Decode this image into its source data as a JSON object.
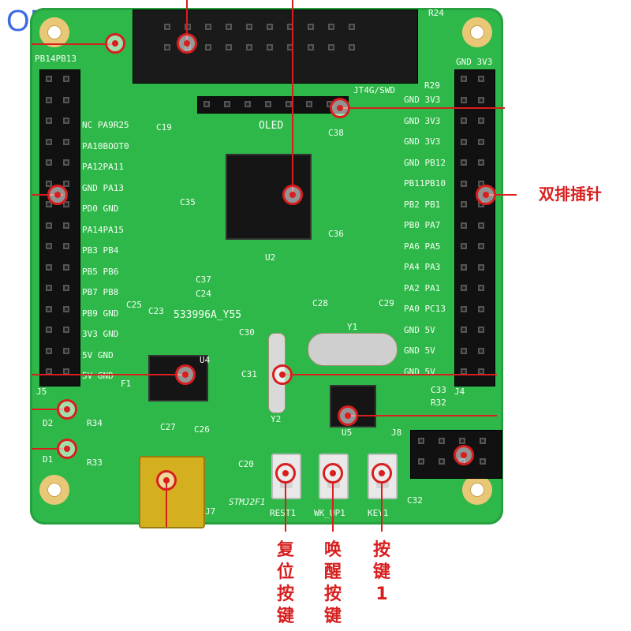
{
  "watermark": "OMIRO Store",
  "silk": {
    "pb14pb13": "PB14PB13",
    "gnd3v3": "GND 3V3",
    "oled": "OLED",
    "u2": "U2",
    "u4": "U4",
    "u5": "U5",
    "y1": "Y1",
    "y2": "Y2",
    "j5": "J5",
    "j4": "J4",
    "j7": "J7",
    "j8": "J8",
    "code": "533996A_Y55",
    "stmj": "STMJ2F1",
    "c35": "C35",
    "c36": "C36",
    "c37": "C37",
    "c24": "C24",
    "c25": "C25",
    "c23": "C23",
    "c30": "C30",
    "c31": "C31",
    "c28": "C28",
    "c29": "C29",
    "c33": "C33",
    "c32": "C32",
    "c38": "C38",
    "c19": "C19",
    "c20": "C20",
    "c26": "C26",
    "c27": "C27",
    "r24": "R24",
    "r29": "R29",
    "r32": "R32",
    "r34": "R34",
    "r33": "R33",
    "d2": "D2",
    "d1": "D1",
    "f1": "F1",
    "jtag": "JT4G/SWD",
    "left": [
      "NC PA9R25",
      "PA10BOOT0",
      "PA12PA11",
      "GND PA13",
      "PD0 GND",
      "PA14PA15",
      "PB3 PB4",
      "PB5 PB6",
      "PB7 PB8",
      "PB9 GND",
      "3V3 GND",
      "5V GND",
      "5V GND"
    ],
    "right": [
      "GND 3V3",
      "GND 3V3",
      "GND 3V3",
      "GND PB12",
      "PB11PB10",
      "PB2 PB1",
      "PB0 PA7",
      "PA6 PA5",
      "PA4 PA3",
      "PA2 PA1",
      "PA0 PC13",
      "GND 5V",
      "GND 5V",
      "GND 5V"
    ]
  },
  "buttons": {
    "reset": "REST1",
    "wkup": "WK_UP1",
    "key": "KEY1"
  },
  "labels": {
    "double_header": "双排插针",
    "reset_label": "复位按键",
    "wake_label": "唤醒按键",
    "key_label": "按键1"
  }
}
